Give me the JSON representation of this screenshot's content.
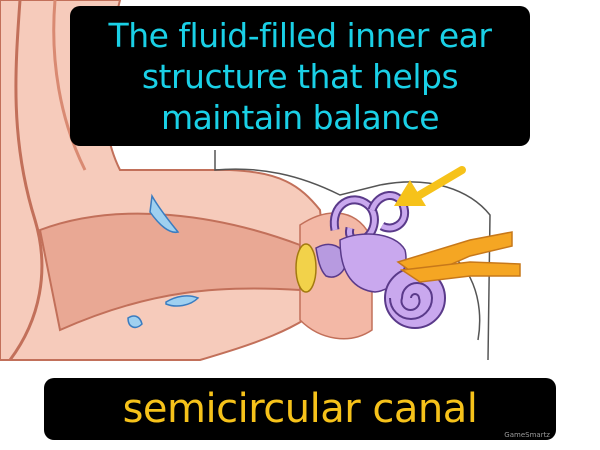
{
  "definition": "The fluid-filled inner ear structure that helps maintain balance",
  "term": "semicircular canal",
  "watermark": "GameSmartz",
  "colors": {
    "definition_text": "#1ad0e6",
    "term_text": "#f6c21a",
    "caption_background": "#000000",
    "skin": "#f4c4b4",
    "ear_canal": "#e8a48e",
    "inner_ear": "#b088d8",
    "nerve": "#f5a623",
    "arrow": "#f6c21a",
    "eardrum": "#f2d24a"
  },
  "icons": [
    "arrow-icon"
  ]
}
